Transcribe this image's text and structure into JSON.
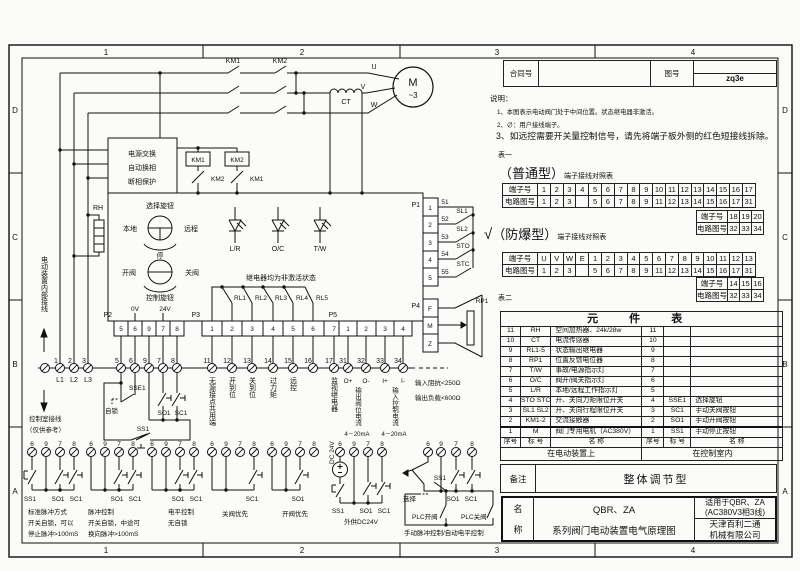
{
  "frame": {
    "c1": "1",
    "c2": "2",
    "c3": "3",
    "c4": "4",
    "rD": "D",
    "rC": "C",
    "rB": "B",
    "rA": "A"
  },
  "header": {
    "contract_label": "合同号",
    "drawing_label": "图号",
    "drawing_no": "zq3e"
  },
  "notes": {
    "t": "说明：",
    "l1": "1、本图表示电动阀门处于中间位置。状态继电器非激活。",
    "l2": "2、∅：用户接线端子。",
    "l3": "3、如远控需要开关量控制信号，请先将端子板外侧的红色短接线拆除。"
  },
  "t1": {
    "label": "表一",
    "normal_title": "（普通型）",
    "suffix": "端子接线对照表",
    "check": "√",
    "exp_title": "（防爆型）",
    "rowh1": "端子号",
    "rowh2": "电路图号",
    "a1": [
      "1",
      "2",
      "3",
      "4",
      "5",
      "6",
      "7",
      "8",
      "9",
      "10",
      "11",
      "12",
      "13",
      "14",
      "15",
      "16",
      "17"
    ],
    "a2": [
      "1",
      "2",
      "3",
      "",
      "5",
      "6",
      "7",
      "8",
      "9",
      "11",
      "12",
      "13",
      "14",
      "15",
      "16",
      "17",
      "31"
    ],
    "a3": [
      "18",
      "19",
      "20"
    ],
    "a4": [
      "32",
      "33",
      "34"
    ],
    "b1": [
      "U",
      "V",
      "W",
      "E",
      "1",
      "2",
      "3",
      "4",
      "5",
      "6",
      "7",
      "8",
      "9",
      "10",
      "11",
      "12",
      "13"
    ],
    "b2": [
      "1",
      "2",
      "3",
      "",
      "5",
      "6",
      "7",
      "8",
      "9",
      "11",
      "12",
      "13",
      "14",
      "15",
      "16",
      "17",
      "31"
    ],
    "b3": [
      "14",
      "15",
      "16"
    ],
    "b4": [
      "32",
      "33",
      "34"
    ]
  },
  "t2": {
    "label": "表二",
    "title": "元 件 表",
    "rows": [
      [
        "11",
        "RH",
        "空间加热器、24k/28w",
        "11",
        "",
        ""
      ],
      [
        "10",
        "CT",
        "电流传感器",
        "10",
        "",
        ""
      ],
      [
        "9",
        "RL1-5",
        "状态输出继电器",
        "9",
        "",
        ""
      ],
      [
        "8",
        "RP1",
        "位置反馈电位器",
        "8",
        "",
        ""
      ],
      [
        "7",
        "T/W",
        "事故/电源指示灯",
        "7",
        "",
        ""
      ],
      [
        "6",
        "O/C",
        "阀开/阀关指示灯",
        "6",
        "",
        ""
      ],
      [
        "5",
        "L/R",
        "本地/远程工作指示灯",
        "5",
        "",
        ""
      ],
      [
        "4",
        "STO STC",
        "开、关向力矩限位开关",
        "4",
        "SSE1",
        "选择旋钮"
      ],
      [
        "3",
        "SL1 SL2",
        "开、关向行程限位开关",
        "3",
        "SC1",
        "手动关阀按钮"
      ],
      [
        "2",
        "KM1-2",
        "交流接触器",
        "2",
        "SO1",
        "手动开阀按钮"
      ],
      [
        "1",
        "M",
        "阀门专用电机（AC380V）",
        "1",
        "SS1",
        "手动停止按钮"
      ]
    ],
    "h": [
      "序号",
      "标 号",
      "名  称"
    ],
    "fl": "在电动装置上",
    "fr": "在控制室内"
  },
  "remark": {
    "label": "备注",
    "value": "整体调节型"
  },
  "titleblock": {
    "n1": "名",
    "n2": "称",
    "series": "QBR、ZA",
    "series2": "系列阀门电动装置电气原理图",
    "apply1": "适用于QBR、ZA",
    "apply2": "(AC380V3相3线)",
    "company1": "天津百利二通",
    "company2": "机械有限公司"
  },
  "circuit": {
    "km1": "KM1",
    "km2": "KM2",
    "u": "U",
    "v": "V",
    "w": "W",
    "m": "M",
    "m3": "~3",
    "ct": "CT",
    "box1": "电源交换",
    "box2": "自动换相",
    "box3": "断相保护",
    "rh": "RH",
    "selknob": "选择旋钮",
    "local": "本地",
    "remote": "远程",
    "stop": "停",
    "open": "开阀",
    "close": "关阀",
    "ctrlknob": "控制旋钮",
    "lr": "L/R",
    "oc": "O/C",
    "tw": "T/W",
    "relaynote": "继电器均为非激活状态",
    "rl": [
      "RL1",
      "RL2",
      "RL3",
      "RL4",
      "RL5"
    ],
    "p1": "P1",
    "p2": "P2",
    "p3": "P3",
    "p4": "P4",
    "p5": "P5",
    "v0": "0V",
    "v24": "24V",
    "wl": [
      "51",
      "52",
      "53",
      "54",
      "55"
    ],
    "sl1": "SL1",
    "sl2": "SL2",
    "sto": "STO",
    "stc": "STC",
    "p1pins": [
      "1",
      "2",
      "3",
      "4",
      "5"
    ],
    "p4pins": [
      "F",
      "M",
      "Z"
    ],
    "p2pins": [
      "5",
      "6",
      "9",
      "7",
      "8"
    ],
    "p3pins": [
      "1",
      "2",
      "3",
      "4",
      "5",
      "6",
      "7"
    ],
    "p5pins": [
      "1",
      "2",
      "3",
      "4"
    ],
    "rp1": "RP1",
    "t123": [
      "1",
      "2",
      "3"
    ],
    "L": [
      "L1",
      "L2",
      "L3"
    ],
    "t11": [
      "11",
      "12",
      "13",
      "14",
      "15",
      "16",
      "17"
    ],
    "t31": [
      "31",
      "32",
      "33",
      "34"
    ],
    "io": [
      "O+",
      "O-",
      "I+",
      "I-"
    ],
    "sse1": "SSE1",
    "zisuo": "自锁",
    "ss1": "SS1",
    "so1": "SO1",
    "sc1": "SC1",
    "vt": [
      "无源接点共用端",
      "开到位",
      "关到位",
      "过力矩",
      "远控",
      "监视继电器"
    ],
    "vo1": "输出阀位电流",
    "vo2": "输入控制电流",
    "ma": "4－20mA",
    "imp1": "输入阻抗<250Ω",
    "imp2": "输出负载<600Ω",
    "internal": "电动装置内部接线",
    "cr1": "控制室接线",
    "cr2": "（仅供参考）",
    "ext": [
      "6",
      "9",
      "7",
      "8"
    ],
    "ex1": [
      "标准脉冲方式",
      "开关自锁，可以",
      "停止脉冲>100mS"
    ],
    "ex2": [
      "脉冲控制",
      "开关自锁，中途可",
      "换向脉冲>100mS"
    ],
    "ex3": [
      "电平控制",
      "无自锁"
    ],
    "ex4": "关阀优先",
    "ex5": "开阀优先",
    "dc": "DC 24V",
    "ex6": "外供DC24V",
    "sel": "选择",
    "plco": "PLC开阀",
    "plcc": "PLC关阀",
    "ex7": "手动脉冲控制/自动电平控制"
  }
}
